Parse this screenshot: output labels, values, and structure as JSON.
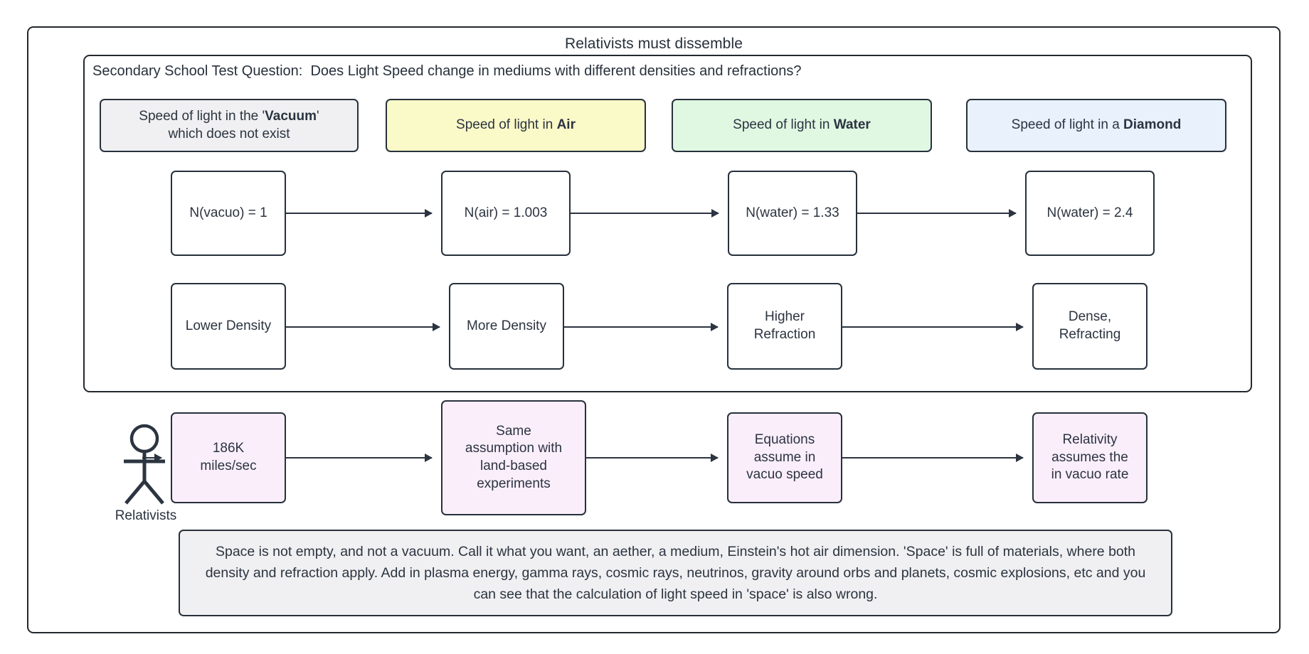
{
  "diagram": {
    "title": "Relativists must dissemble",
    "subgraph_title": "Secondary School Test Question:  Does Light Speed change in mediums with different densities and refractions?",
    "medium_boxes": [
      {
        "prefix": "Speed of light in the '",
        "bold": "Vacuum",
        "suffix": "'\nwhich does not exist",
        "color": "#f0f0f2"
      },
      {
        "prefix": "Speed of light in ",
        "bold": "Air",
        "suffix": "",
        "color": "#faf9c8"
      },
      {
        "prefix": "Speed of light in ",
        "bold": "Water",
        "suffix": "",
        "color": "#e0f7e2"
      },
      {
        "prefix": "Speed of light in a ",
        "bold": "Diamond",
        "suffix": "",
        "color": "#e9f1fd"
      }
    ],
    "index_row": [
      "N(vacuo) = 1",
      "N(air) = 1.003",
      "N(water) = 1.33",
      "N(water) = 2.4"
    ],
    "density_row": [
      "Lower Density",
      "More Density",
      "Higher\nRefraction",
      "Dense,\nRefracting"
    ],
    "actor": {
      "label": "Relativists",
      "icon": "stick-figure-icon"
    },
    "relativist_row": [
      "186K\nmiles/sec",
      "Same\nassumption with\nland-based\nexperiments",
      "Equations\nassume in\nvacuo speed",
      "Relativity\nassumes the\nin vacuo rate"
    ],
    "note": "Space is not empty, and not a vacuum.  Call it what you want, an aether, a medium, Einstein's hot air dimension.  'Space' is full of materials, where both density and refraction apply.  Add in plasma energy, gamma rays, cosmic rays, neutrinos, gravity around orbs and planets, cosmic explosions, etc and you can see that the calculation of light speed in 'space' is also wrong.",
    "colors": {
      "stroke": "#27313c",
      "text": "#2b3440",
      "gray": "#f0f0f2",
      "yellow": "#faf9c8",
      "green": "#e0f7e2",
      "blue": "#e9f1fd",
      "pink": "#fbeefb"
    }
  }
}
